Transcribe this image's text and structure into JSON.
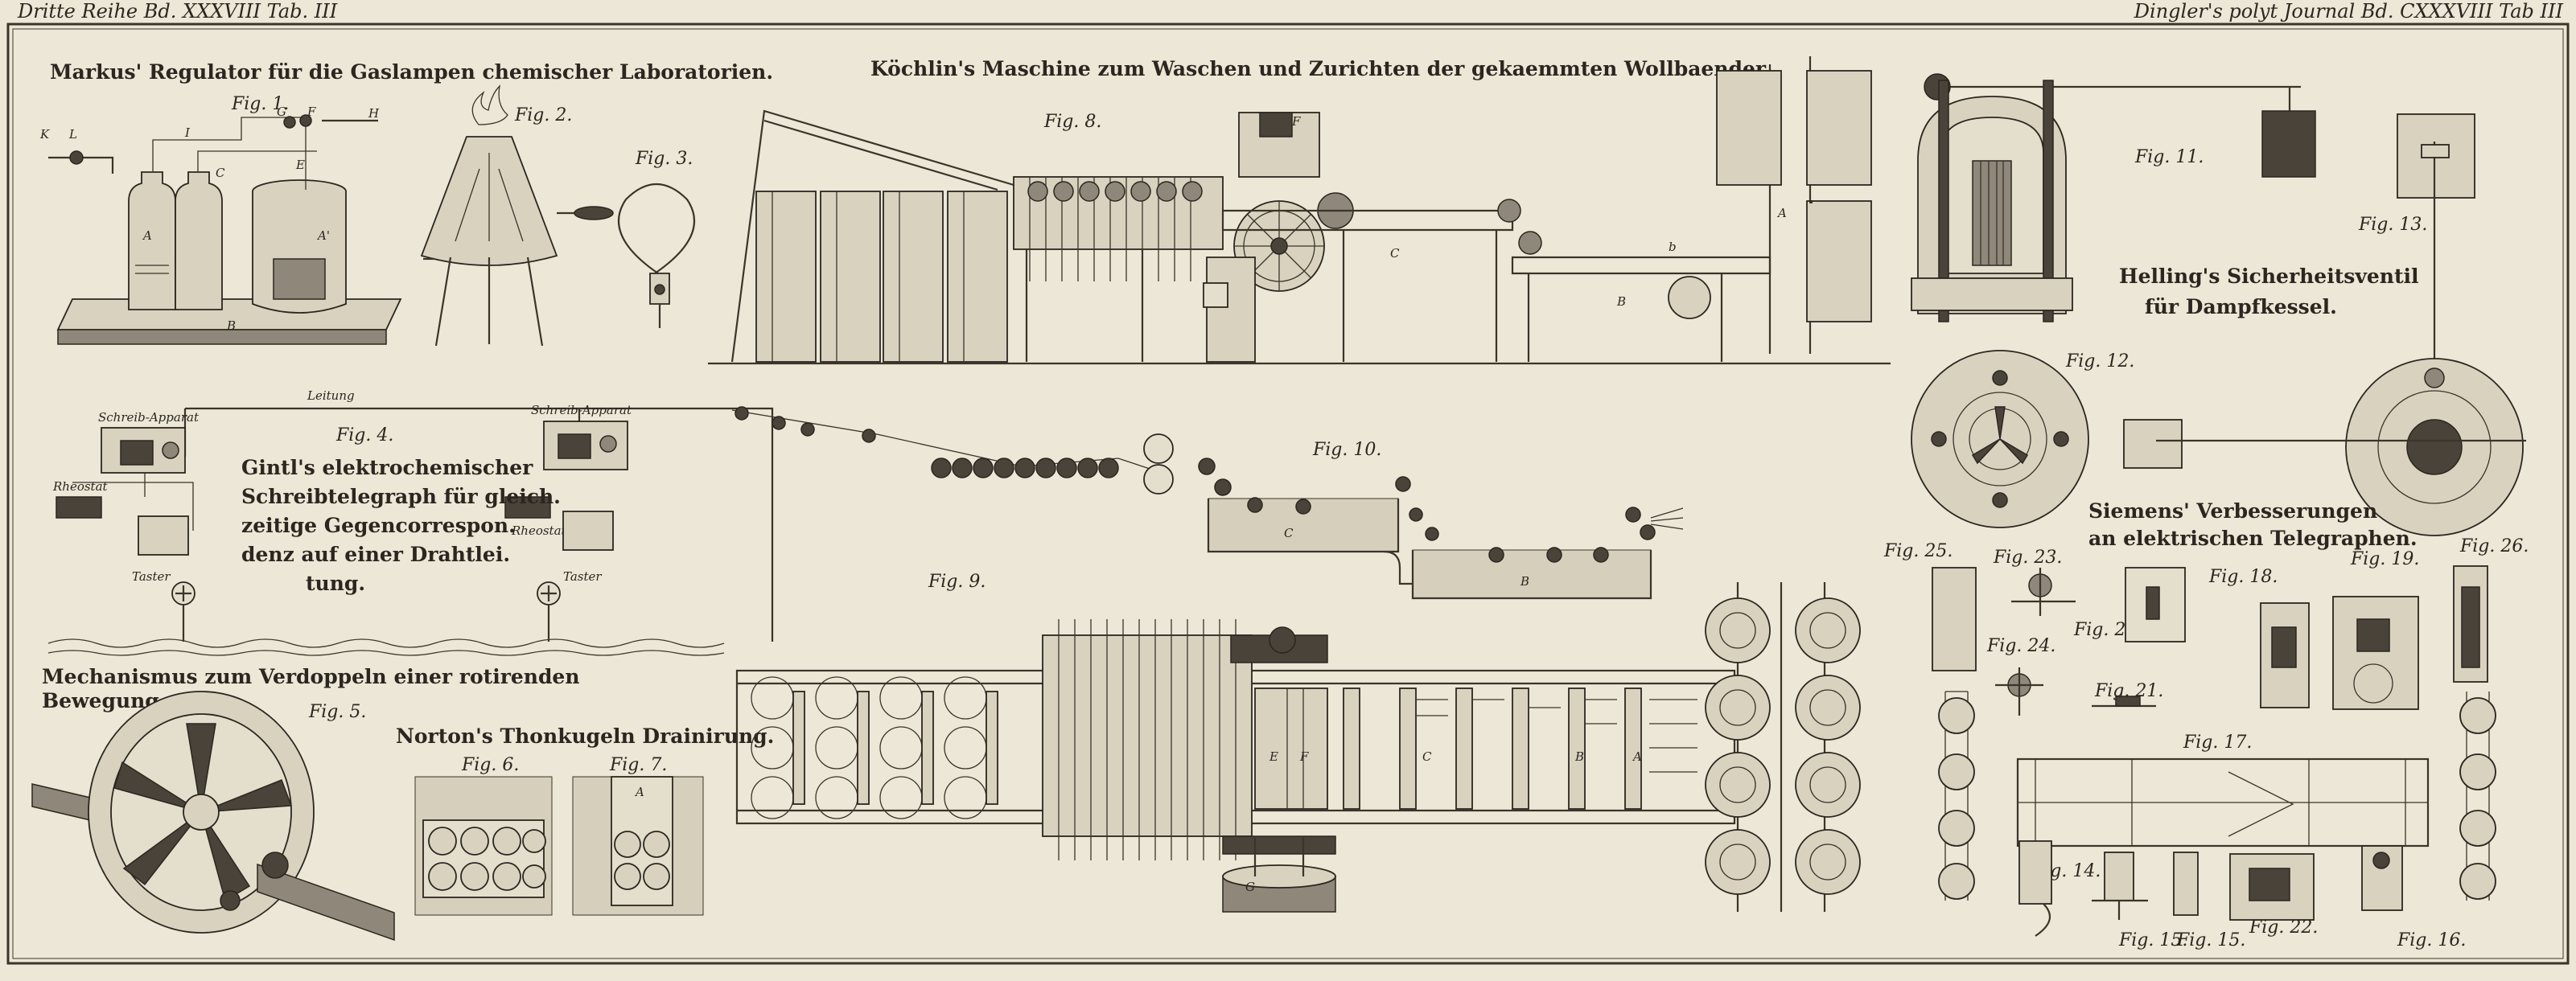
{
  "header": {
    "left": "Dritte Reihe Bd. XXXVIII Tab. III",
    "right": "Dingler's polyt Journal Bd. CXXXVIII Tab III"
  },
  "titles": {
    "markus": "Markus' Regulator für die Gaslampen chemischer Laboratorien.",
    "koechlin": "Köchlin's Maschine zum Waschen und Zurichten der gekaemmten Wollbaender.",
    "helling_1": "Helling's Sicherheitsventil",
    "helling_2": "für Dampfkessel.",
    "gintl_lines": [
      "Gintl's elektrochemischer",
      "Schreibtelegraph für gleich.",
      "zeitige Gegencorrespon.",
      "denz auf einer Drahtlei.",
      "tung."
    ],
    "mechanismus_1": "Mechanismus zum Verdoppeln einer rotirenden",
    "mechanismus_2": "Bewegung.",
    "norton": "Norton's Thonkugeln Drainirung.",
    "siemens_1": "Siemens' Verbesserungen",
    "siemens_2": "an elektrischen Telegraphen."
  },
  "figures": {
    "f1": "Fig. 1.",
    "f2": "Fig. 2.",
    "f3": "Fig. 3.",
    "f4": "Fig. 4.",
    "f5": "Fig. 5.",
    "f6": "Fig. 6.",
    "f7": "Fig. 7.",
    "f8": "Fig. 8.",
    "f9": "Fig. 9.",
    "f10": "Fig. 10.",
    "f11": "Fig. 11.",
    "f12": "Fig. 12.",
    "f13": "Fig. 13.",
    "f14": "Fig. 14.",
    "f15": "Fig. 15.",
    "f15b": "Fig. 15.",
    "f16": "Fig. 16.",
    "f17": "Fig. 17.",
    "f18": "Fig. 18.",
    "f19": "Fig. 19.",
    "f20": "Fig. 20.",
    "f21": "Fig. 21.",
    "f22": "Fig. 22.",
    "f23": "Fig. 23.",
    "f24": "Fig. 24.",
    "f25": "Fig. 25.",
    "f26": "Fig. 26."
  },
  "labels": {
    "leitung": "Leitung",
    "schreib_left": "Schreib-Apparat",
    "schreib_right": "Schreib-Apparat",
    "rheostat_left": "Rheostat",
    "rheostat_right": "Rheostat",
    "taster_left": "Taster",
    "taster_right": "Taster"
  }
}
